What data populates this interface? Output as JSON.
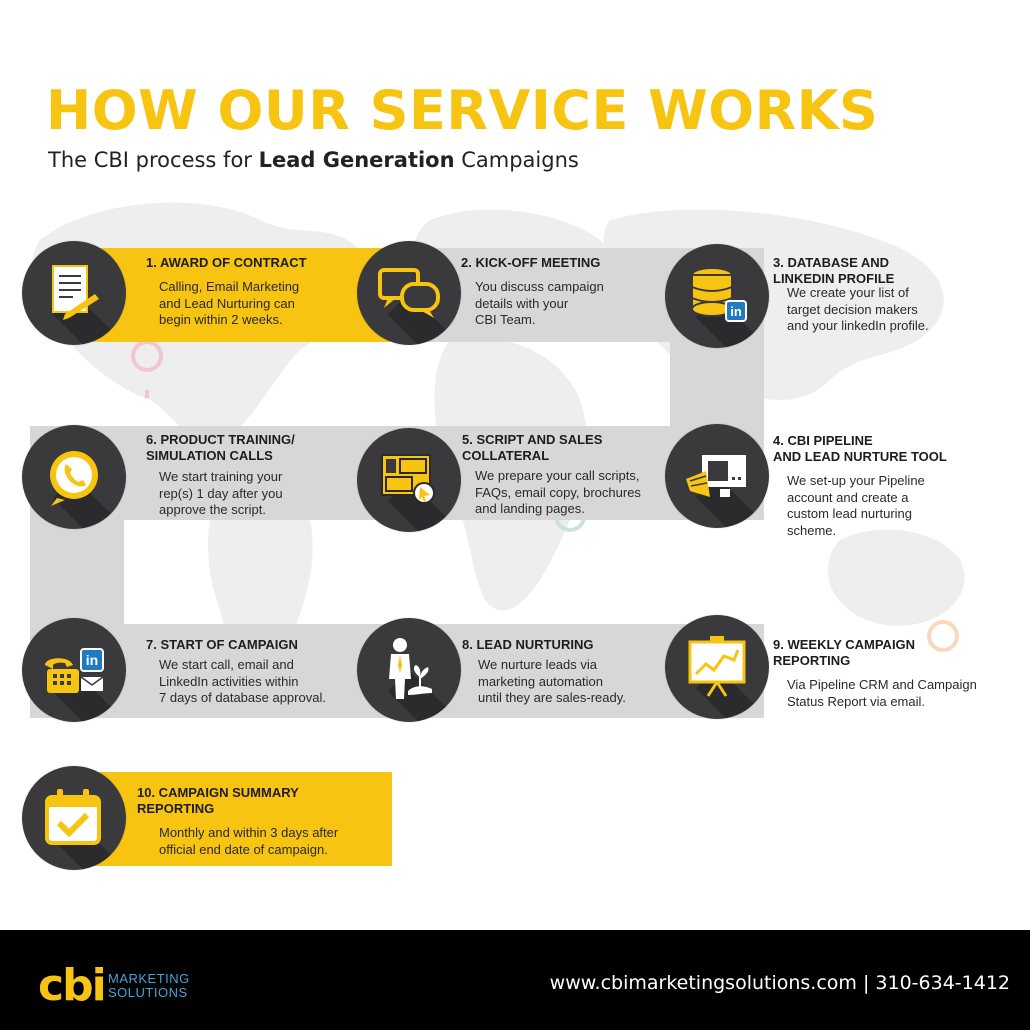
{
  "header": {
    "title": "HOW OUR SERVICE WORKS",
    "subtitle_prefix": "The CBI process for ",
    "subtitle_bold": "Lead Generation",
    "subtitle_suffix": " Campaigns"
  },
  "colors": {
    "accent": "#f6c411",
    "dark": "#3a3a3c",
    "track": "#d7d7d9",
    "linkedin": "#1f7bc1"
  },
  "steps": [
    {
      "title": "1. AWARD OF CONTRACT",
      "desc": "Calling, Email Marketing\nand Lead Nurturing can\nbegin within 2 weeks.",
      "icon": "contract-pen-icon"
    },
    {
      "title": "2. KICK-OFF MEETING",
      "desc": "You discuss campaign\ndetails  with your\nCBI Team.",
      "icon": "chat-bubbles-icon"
    },
    {
      "title": "3. DATABASE AND\nLINKEDIN PROFILE",
      "desc": "We create your list of\ntarget decision makers\nand your linkedIn profile.",
      "icon": "database-linkedin-icon"
    },
    {
      "title": "4. CBI PIPELINE\nAND LEAD NURTURE TOOL",
      "desc": "We set-up your Pipeline\naccount and create a\ncustom lead nurturing\nscheme.",
      "icon": "pipeline-screen-icon"
    },
    {
      "title": "5. SCRIPT AND SALES\nCOLLATERAL",
      "desc": "We prepare your call scripts,\nFAQs, email copy, brochures\nand landing pages.",
      "icon": "layout-cursor-icon"
    },
    {
      "title": "6. PRODUCT TRAINING/\nSIMULATION CALLS",
      "desc": "We start training your\nrep(s) 1 day after you\napprove the script.",
      "icon": "phone-call-icon"
    },
    {
      "title": "7. START OF CAMPAIGN",
      "desc": "We start call, email and\nLinkedIn activities within\n7 days of database approval.",
      "icon": "telephone-linkedin-mail-icon"
    },
    {
      "title": "8. LEAD NURTURING",
      "desc": "We nurture leads via\nmarketing automation\nuntil they are sales-ready.",
      "icon": "person-plant-icon"
    },
    {
      "title": "9. WEEKLY CAMPAIGN\nREPORTING",
      "desc": "Via Pipeline CRM and Campaign\nStatus Report via email.",
      "icon": "chart-board-icon"
    },
    {
      "title": "10. CAMPAIGN SUMMARY\nREPORTING",
      "desc": "Monthly and within 3 days after\nofficial end date of campaign.",
      "icon": "calendar-check-icon"
    }
  ],
  "footer": {
    "logo_mark": "cbi",
    "logo_text": "MARKETING\nSOLUTIONS",
    "contact": "www.cbimarketingsolutions.com | 310-634-1412"
  }
}
